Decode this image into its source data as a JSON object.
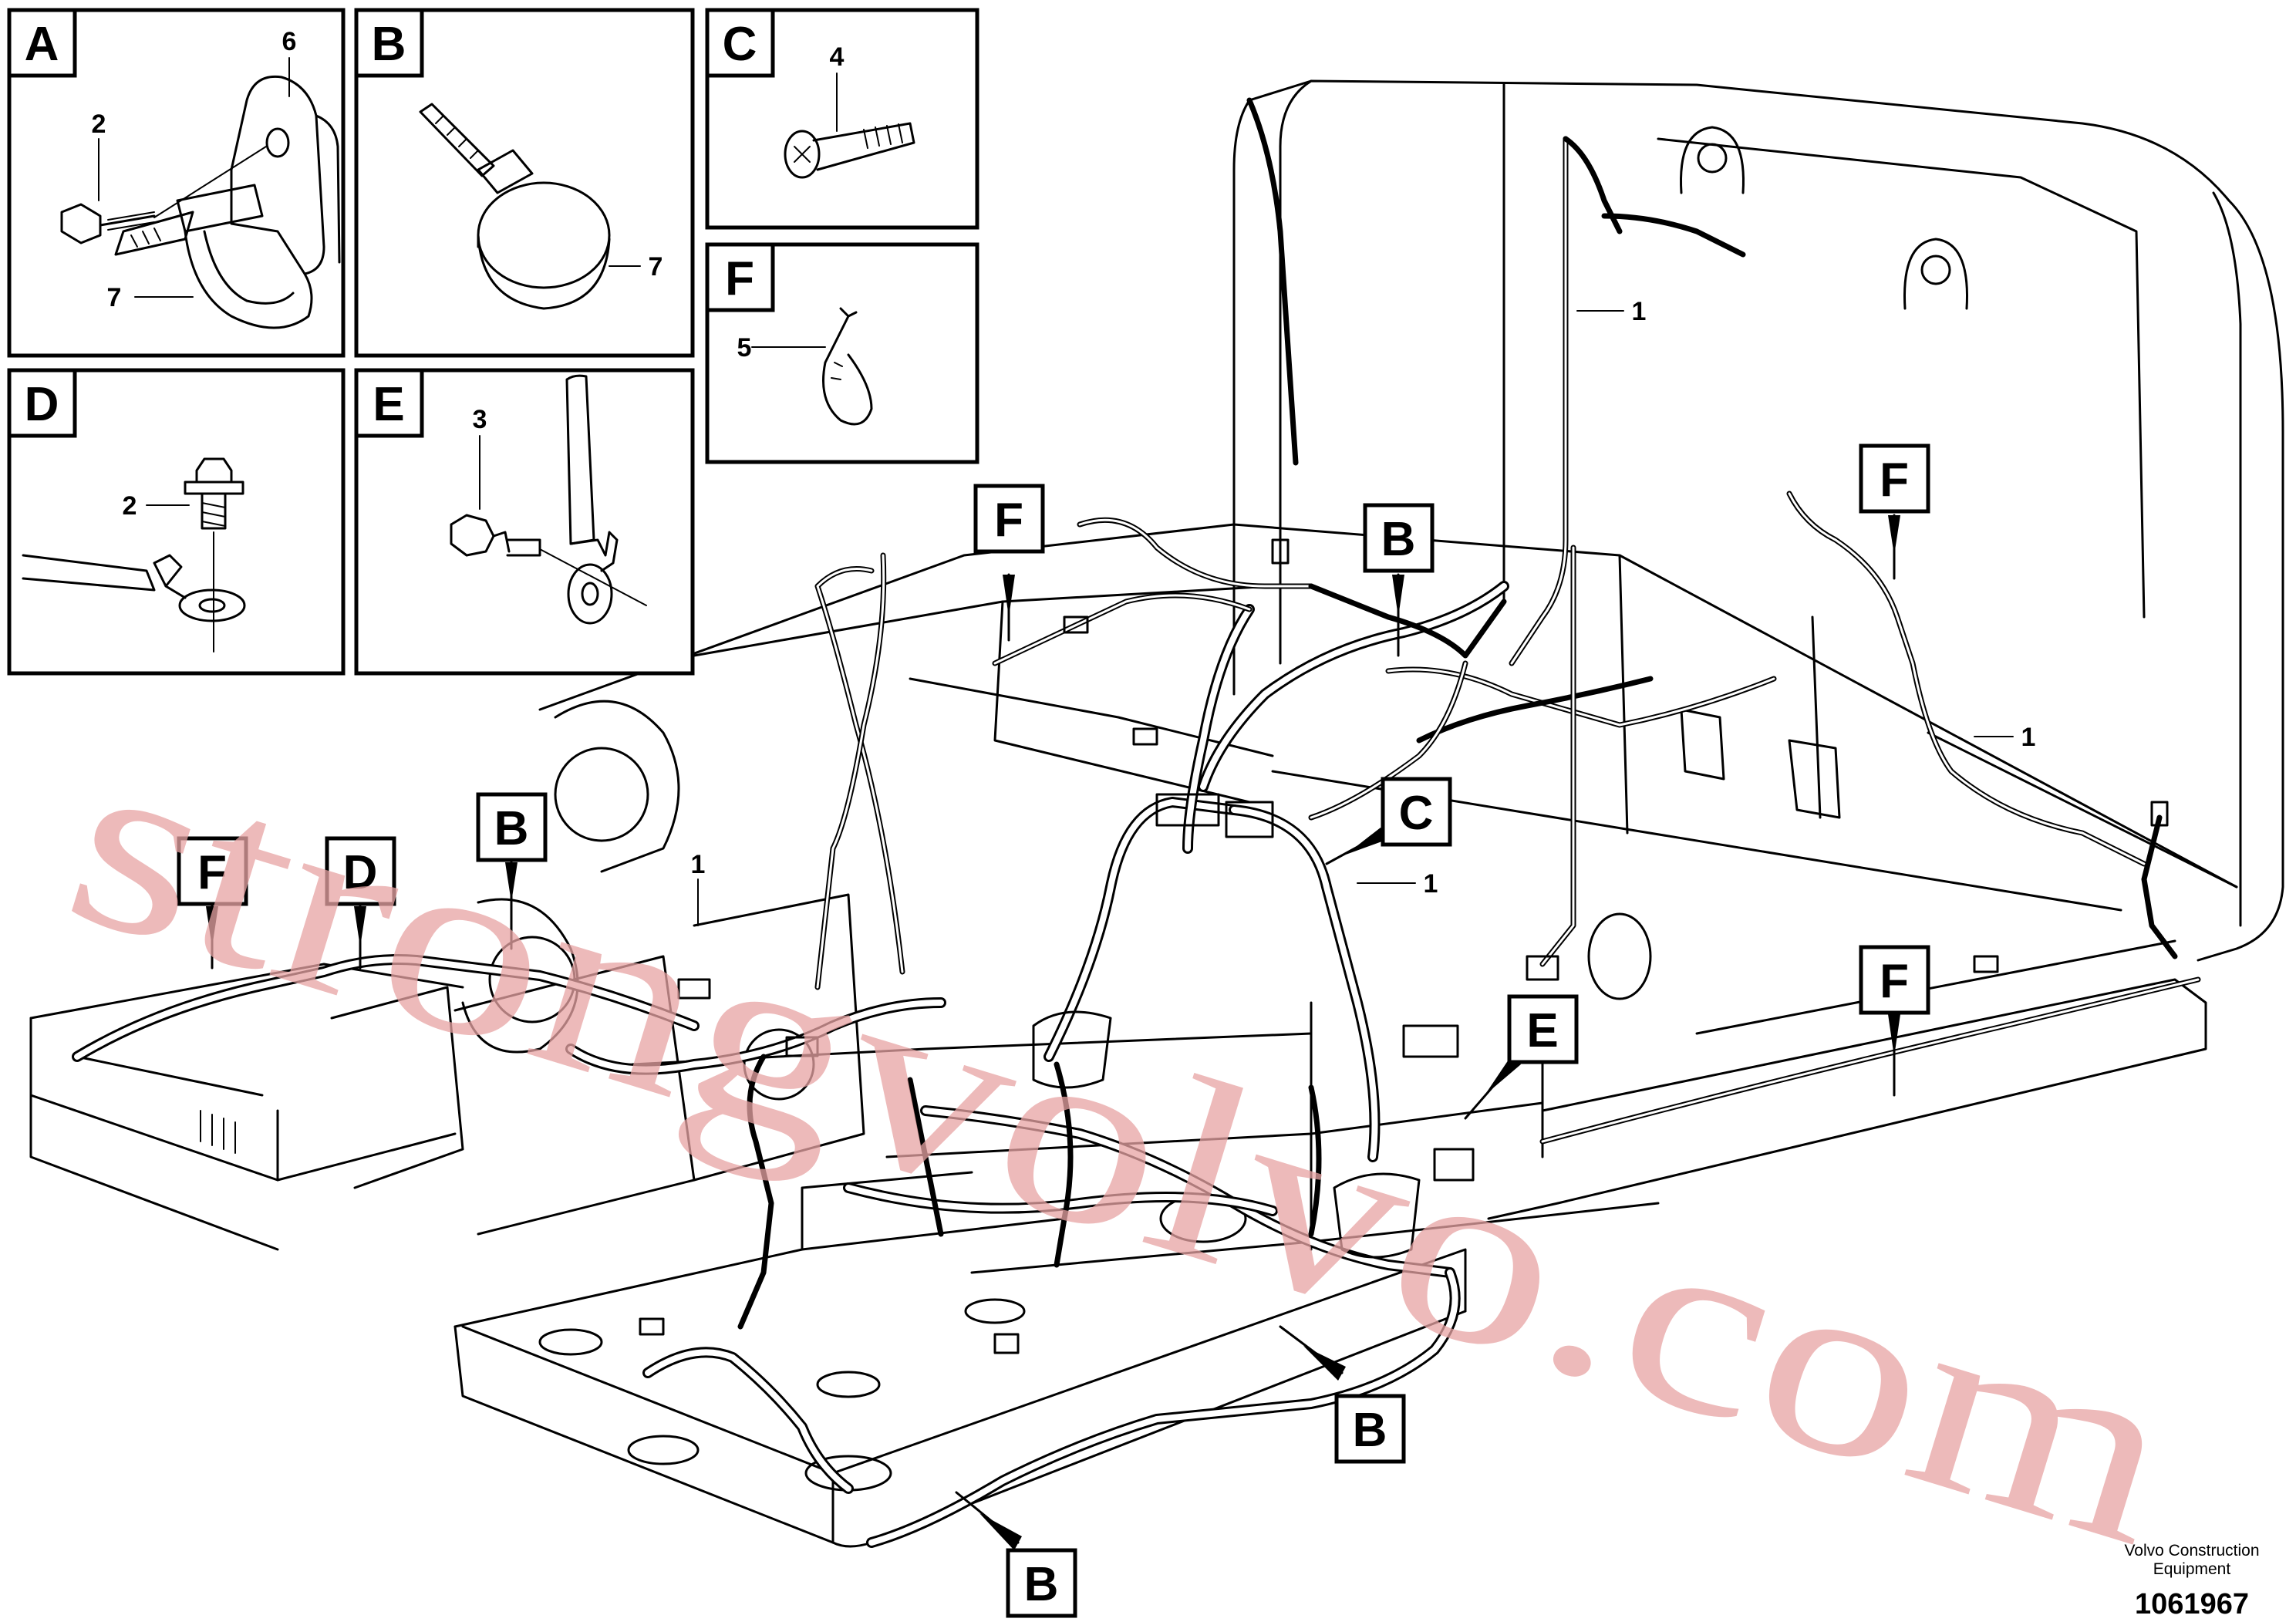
{
  "insets": [
    {
      "letter": "A",
      "callouts": [
        "6",
        "2",
        "7"
      ]
    },
    {
      "letter": "B",
      "callouts": [
        "7"
      ]
    },
    {
      "letter": "C",
      "callouts": [
        "4"
      ]
    },
    {
      "letter": "F",
      "callouts": [
        "5"
      ]
    },
    {
      "letter": "D",
      "callouts": [
        "2"
      ]
    },
    {
      "letter": "E",
      "callouts": [
        "3"
      ]
    }
  ],
  "main_labels": {
    "F1": "F",
    "B1": "B",
    "F2": "F",
    "F3": "F",
    "D1": "D",
    "B2": "B",
    "C1": "C",
    "E1": "E",
    "F4": "F",
    "B3": "B",
    "B4": "B"
  },
  "main_callouts": {
    "one_a": "1",
    "one_b": "1",
    "one_c": "1",
    "one_d": "1"
  },
  "watermark": "strongvolvo.com",
  "footer": {
    "line1": "Volvo Construction",
    "line2": "Equipment",
    "number": "1061967"
  }
}
